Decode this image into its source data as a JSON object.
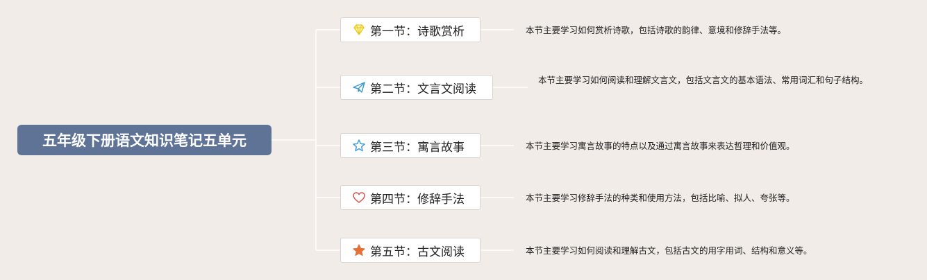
{
  "root": {
    "title": "五年级下册语文知识笔记五单元"
  },
  "topics": [
    {
      "label": "第一节：诗歌赏析",
      "icon": "diamond-icon",
      "note": "本节主要学习如何赏析诗歌，包括诗歌的韵律、意境和修辞手法等。"
    },
    {
      "label": "第二节：文言文阅读",
      "icon": "paper-plane-icon",
      "note": "本节主要学习如何阅读和理解文言文，包括文言文的基本语法、常用词汇和句子结构。"
    },
    {
      "label": "第三节：寓言故事",
      "icon": "star-outline-icon",
      "note": "本节主要学习寓言故事的特点以及通过寓言故事来表达哲理和价值观。"
    },
    {
      "label": "第四节：修辞手法",
      "icon": "heart-outline-icon",
      "note": "本节主要学习修辞手法的种类和使用方法，包括比喻、拟人、夸张等。"
    },
    {
      "label": "第五节：古文阅读",
      "icon": "star-filled-icon",
      "note": "本节主要学习如何阅读和理解古文，包括古文的用字用词、结构和意义等。"
    }
  ],
  "colors": {
    "background": "#f1ece7",
    "root_fill": "#5e7396",
    "root_text": "#ffffff",
    "connector": "#ffffff",
    "diamond": "#f3dc3a",
    "plane": "#3d9ad6",
    "star_outline": "#3d9ad6",
    "heart": "#d9534a",
    "star_filled": "#e4713a"
  }
}
